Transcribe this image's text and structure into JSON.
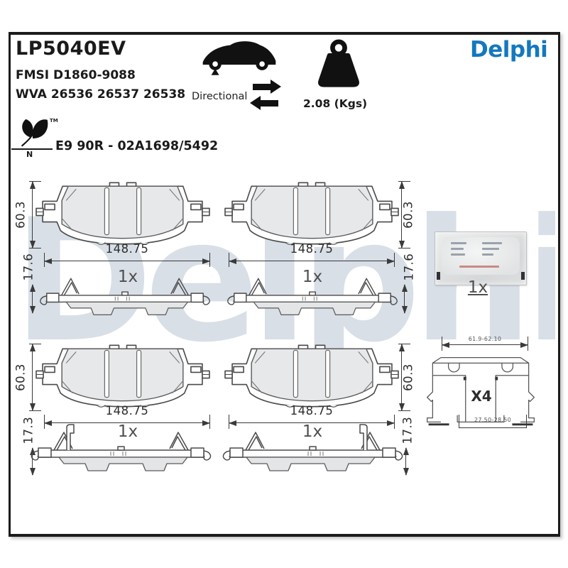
{
  "header": {
    "part_number": "LP5040EV",
    "fmsi": "FMSI D1860-9088",
    "wva": "WVA 26536 26537 26538",
    "directional_label": "Directional",
    "weight": "2.08 (Kgs)",
    "brand": "Delphi",
    "eco_letter": "N",
    "eco_tm": "TM",
    "approval": "E9 90R - 02A1698/5492"
  },
  "watermark": {
    "text": "Delphi"
  },
  "colors": {
    "brand_blue": "#1478BE",
    "watermark": "#b9c6d5",
    "drawing_line": "#3a3a3a",
    "pad_fill": "#e7e8ea"
  },
  "drawings": {
    "pads": [
      {
        "name": "pad-top-left",
        "height_dim": "60.3",
        "width_dim": "148.75",
        "qty": "1x",
        "profile_dim": "17.6"
      },
      {
        "name": "pad-top-right",
        "height_dim": "60.3",
        "width_dim": "148.75",
        "qty": "1x",
        "profile_dim": "17.6"
      },
      {
        "name": "pad-bottom-left",
        "height_dim": "60.3",
        "width_dim": "148.75",
        "qty": "1x",
        "profile_dim": "17.3"
      },
      {
        "name": "pad-bottom-right",
        "height_dim": "60.3",
        "width_dim": "148.75",
        "qty": "1x",
        "profile_dim": "17.3"
      }
    ],
    "sachet": {
      "qty": "1x"
    },
    "fitting_kit": {
      "qty": "X4",
      "outer_dim": "61.9-62.10",
      "inner_dim": "27.50-28.50"
    }
  }
}
